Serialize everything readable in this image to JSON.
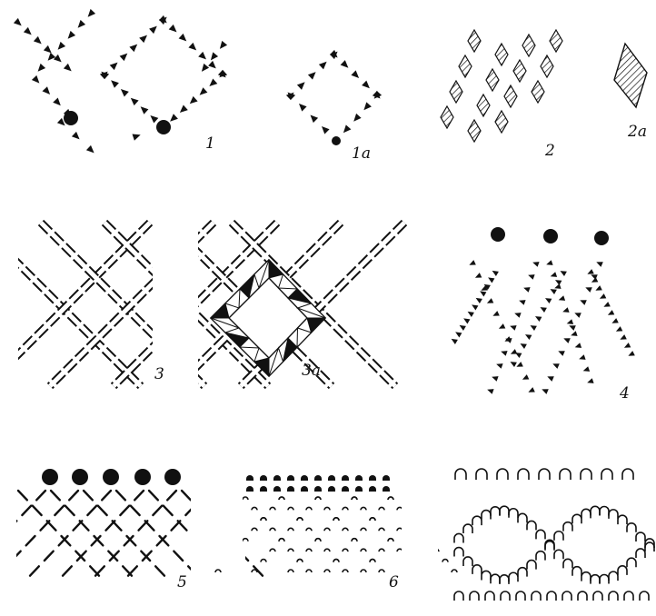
{
  "labels": {
    "p1": "1",
    "p1a": "1a",
    "p2": "2",
    "p2a": "2a",
    "p3": "3",
    "p3a": "3a",
    "p4": "4",
    "p5": "5",
    "p6": "6"
  }
}
